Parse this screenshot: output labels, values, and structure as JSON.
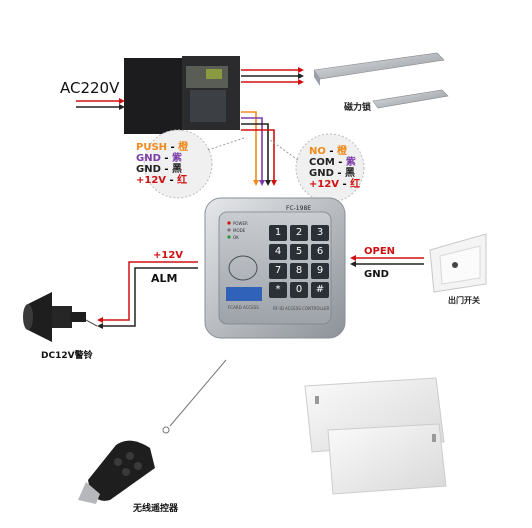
{
  "power_input": {
    "label": "AC220V"
  },
  "lock_wires": [
    {
      "name": "PUSH",
      "sep": " - ",
      "color_label": "橙",
      "color": "#f08a1c"
    },
    {
      "name": "GND",
      "sep": " - ",
      "color_label": "紫",
      "color": "#7b3ea8"
    },
    {
      "name": "GND",
      "sep": " - ",
      "color_label": "黑",
      "color": "#222222"
    },
    {
      "name": "+12V",
      "sep": " - ",
      "color_label": "红",
      "color": "#d01010"
    }
  ],
  "relay_wires": [
    {
      "name": "NO",
      "sep": " - ",
      "color_label": "橙",
      "color": "#f08a1c"
    },
    {
      "name": "COM",
      "sep": " - ",
      "color_label": "紫",
      "color": "#7b3ea8"
    },
    {
      "name": "GND",
      "sep": " - ",
      "color_label": "黑",
      "color": "#222222"
    },
    {
      "name": "+12V",
      "sep": " - ",
      "color_label": "红",
      "color": "#d01010"
    }
  ],
  "devices": {
    "maglock": "磁力锁",
    "exit_button": "出门开关",
    "siren": "DC12V警铃",
    "remote": "无线遥控器"
  },
  "alarm": {
    "top": "+12V",
    "label": "ALM"
  },
  "exit": {
    "open": "OPEN",
    "gnd": "GND"
  },
  "controller": {
    "model": "FC-198E",
    "brand": "FCARD ACCESS",
    "name": "RF-ID ACCESS CONTROLLER",
    "leds": [
      "POWER",
      "MODE",
      "OK"
    ],
    "keys": [
      "1",
      "2",
      "3",
      "4",
      "5",
      "6",
      "7",
      "8",
      "9",
      "*",
      "0",
      "#"
    ]
  },
  "colors": {
    "red": "#d01010",
    "orange": "#f08a1c",
    "purple": "#7b3ea8",
    "black": "#222222"
  }
}
